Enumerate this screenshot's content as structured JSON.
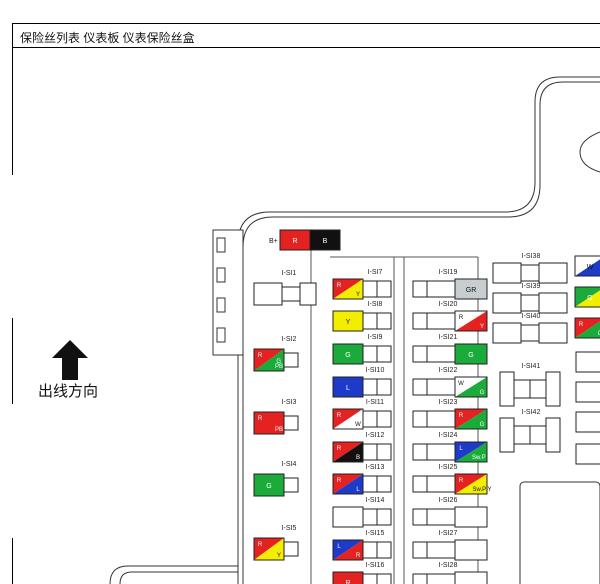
{
  "header": {
    "title": "保险丝列表 仪表板 仪表保险丝盒"
  },
  "direction": {
    "label": "出线方向"
  },
  "battery": {
    "label": "B+",
    "r": "R",
    "b": "B"
  },
  "colors": {
    "red": "#e52222",
    "yellow": "#f3ee00",
    "green": "#1aab3a",
    "blue": "#1d3ac8",
    "black": "#111111",
    "white": "#ffffff",
    "gray": "#c8cdd0",
    "line": "#555555"
  },
  "fuses": {
    "left": [
      {
        "id": "I-SI1",
        "c1": null,
        "c2": null,
        "t": []
      },
      {
        "id": "I-SI2",
        "c1": "red",
        "c2": "green",
        "t": [
          "R",
          "PB",
          "G"
        ]
      },
      {
        "id": "I-SI3",
        "c1": "red",
        "c2": "red",
        "t": [
          "R",
          "PB"
        ]
      },
      {
        "id": "I-SI4",
        "c1": "green",
        "c2": "green",
        "t": [
          "G"
        ]
      },
      {
        "id": "I-SI5",
        "c1": "red",
        "c2": "yellow",
        "t": [
          "R",
          "Y"
        ]
      }
    ],
    "col2": [
      {
        "id": "I-SI7",
        "c1": "red",
        "c2": "yellow",
        "t": [
          "R",
          "Y"
        ]
      },
      {
        "id": "I-SI8",
        "c1": "yellow",
        "c2": "yellow",
        "t": [
          "Y"
        ]
      },
      {
        "id": "I-SI9",
        "c1": "green",
        "c2": "green",
        "t": [
          "G"
        ]
      },
      {
        "id": "I-SI10",
        "c1": "blue",
        "c2": "blue",
        "t": [
          "L"
        ]
      },
      {
        "id": "I-SI11",
        "c1": "red",
        "c2": "white",
        "t": [
          "R",
          "W"
        ]
      },
      {
        "id": "I-SI12",
        "c1": "red",
        "c2": "black",
        "t": [
          "R",
          "B"
        ]
      },
      {
        "id": "I-SI13",
        "c1": "red",
        "c2": "blue",
        "t": [
          "R",
          "L"
        ]
      },
      {
        "id": "I-SI14",
        "c1": null,
        "c2": null,
        "t": []
      },
      {
        "id": "I-SI15",
        "c1": "blue",
        "c2": "red",
        "t": [
          "L",
          "R"
        ]
      },
      {
        "id": "I-SI16",
        "c1": "red",
        "c2": "red",
        "t": [
          "R"
        ]
      }
    ],
    "col3": [
      {
        "id": "I-SI19",
        "c1": "gray",
        "c2": "gray",
        "t": [
          "GR"
        ]
      },
      {
        "id": "I-SI20",
        "c1": "white",
        "c2": "red",
        "t": [
          "R",
          "Y"
        ]
      },
      {
        "id": "I-SI21",
        "c1": "green",
        "c2": "green",
        "t": [
          "G"
        ]
      },
      {
        "id": "I-SI22",
        "c1": "white",
        "c2": "green",
        "t": [
          "W",
          "G"
        ]
      },
      {
        "id": "I-SI23",
        "c1": "red",
        "c2": "green",
        "t": [
          "R",
          "G"
        ]
      },
      {
        "id": "I-SI24",
        "c1": "blue",
        "c2": "green",
        "t": [
          "L",
          "Sw.P G"
        ]
      },
      {
        "id": "I-SI25",
        "c1": "red",
        "c2": "yellow",
        "t": [
          "R",
          "Sw.P Y"
        ]
      },
      {
        "id": "I-SI26",
        "c1": null,
        "c2": null,
        "t": []
      },
      {
        "id": "I-SI27",
        "c1": null,
        "c2": null,
        "t": []
      },
      {
        "id": "I-SI28",
        "c1": null,
        "c2": null,
        "t": []
      }
    ],
    "col4": [
      {
        "id": "I-SI38",
        "c1": null,
        "c2": null,
        "t": []
      },
      {
        "id": "I-SI39",
        "c1": null,
        "c2": null,
        "t": []
      },
      {
        "id": "I-SI40",
        "c1": null,
        "c2": null,
        "t": []
      },
      {
        "id": "I-SI41",
        "c1": null,
        "c2": null,
        "t": []
      },
      {
        "id": "I-SI42",
        "c1": null,
        "c2": null,
        "t": []
      }
    ],
    "right": [
      {
        "id": "r1",
        "c1": "white",
        "c2": "blue",
        "t": [
          "W"
        ]
      },
      {
        "id": "r2",
        "c1": "green",
        "c2": "yellow",
        "t": [
          "G"
        ]
      },
      {
        "id": "r3",
        "c1": "red",
        "c2": "green",
        "t": [
          "R",
          "G"
        ]
      }
    ]
  }
}
